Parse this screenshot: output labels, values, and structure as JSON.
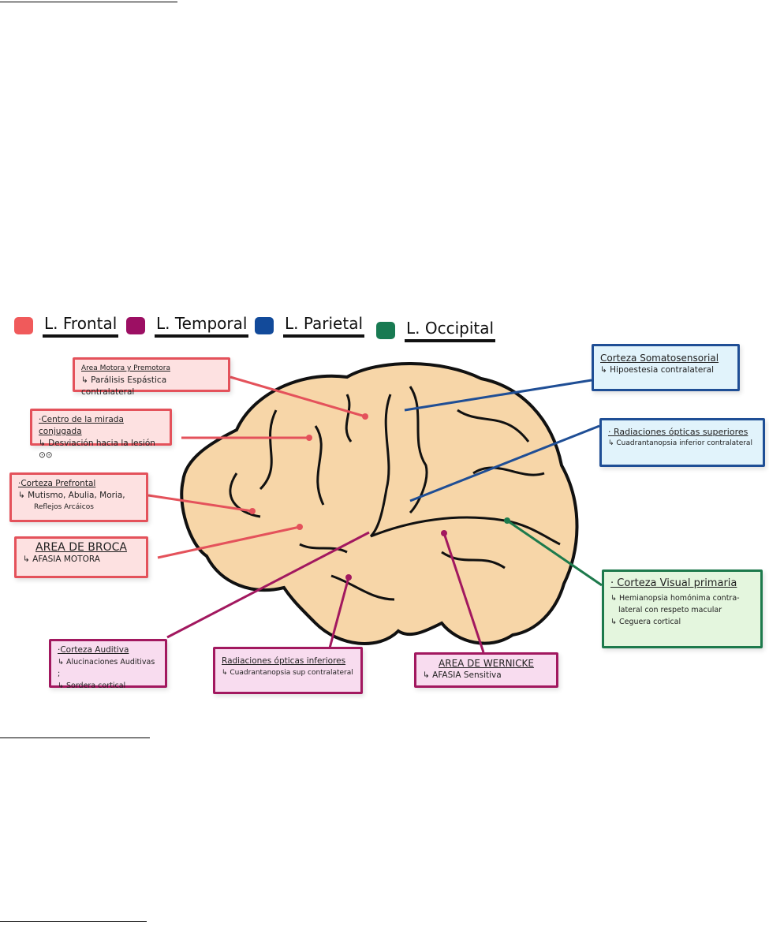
{
  "legend": [
    {
      "label": "L. Frontal",
      "color": "#f05a5b"
    },
    {
      "label": "L. Temporal",
      "color": "#9c0f63"
    },
    {
      "label": "L. Parietal",
      "color": "#124a9a"
    },
    {
      "label": "L. Occipital",
      "color": "#187a52"
    }
  ],
  "frontal": {
    "motora": {
      "title": "Area Motora y Premotora",
      "text": "↳ Parálisis Espástica contralateral"
    },
    "mirada": {
      "title": "·Centro de la mirada conjugada",
      "text": "↳ Desviación hacia la lesión ⊙⊙"
    },
    "prefrontal": {
      "title": "·Corteza Prefrontal",
      "text": "↳ Mutismo, Abulia, Moria,",
      "text2": "Reflejos Arcáicos"
    },
    "broca": {
      "title": "AREA DE BROCA",
      "text": "↳ AFASIA MOTORA"
    }
  },
  "temporal": {
    "auditiva": {
      "title": "·Corteza Auditiva",
      "text": "↳ Alucinaciones Auditivas ;",
      "text2": "↳ Sordera cortical"
    },
    "rad_inf": {
      "title": "Radiaciones ópticas inferiores",
      "text": "↳ Cuadrantanopsia sup contralateral"
    },
    "wernicke": {
      "title": "AREA DE WERNICKE",
      "text": "↳ AFASIA Sensitiva"
    }
  },
  "parietal": {
    "somato": {
      "title": "Corteza Somatosensorial",
      "text": "↳ Hipoestesia contralateral"
    },
    "rad_sup": {
      "title": "· Radiaciones ópticas superiores",
      "text": "↳ Cuadrantanopsia inferior contralateral"
    }
  },
  "occipital": {
    "visual": {
      "title": "· Corteza Visual primaria",
      "text": "↳ Hemianopsia homónima contra-",
      "text2": "lateral con respeto macular",
      "text3": "↳ Ceguera cortical"
    }
  }
}
